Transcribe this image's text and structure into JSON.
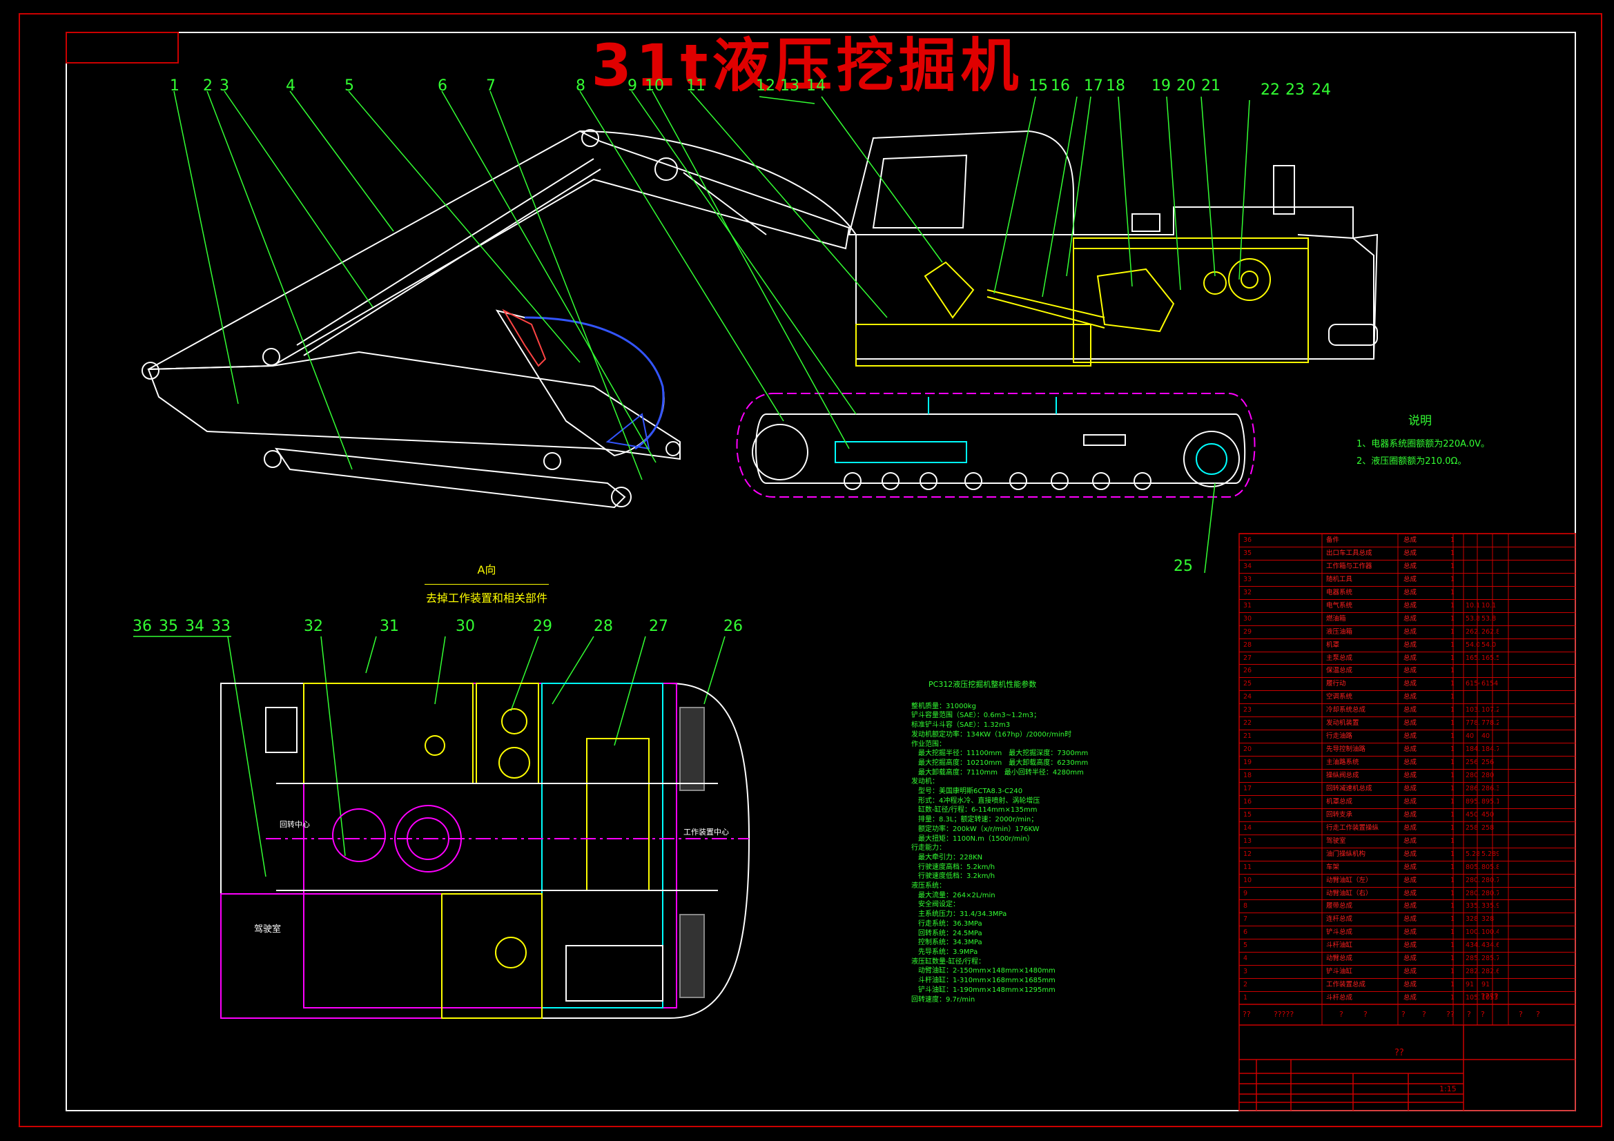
{
  "title": "31t液压挖掘机",
  "callouts_top": [
    "1",
    "2",
    "3",
    "4",
    "5",
    "6",
    "7",
    "8",
    "9",
    "10",
    "11",
    "12",
    "13",
    "14",
    "15",
    "16",
    "17",
    "18",
    "19",
    "20",
    "21",
    "22",
    "23",
    "24",
    "25"
  ],
  "callouts_bottom": [
    "36",
    "35",
    "34",
    "33",
    "32",
    "31",
    "30",
    "29",
    "28",
    "27",
    "26"
  ],
  "note": {
    "title": "说明",
    "lines": [
      "1、电器系统圈额额为220A.0V。",
      "2、液压圈额额为210.0Ω。"
    ]
  },
  "view": {
    "label": "A向",
    "caption": "去掉工作装置和相关部件"
  },
  "plan_labels": {
    "rotation_center": "回转中心",
    "work_center": "工作装置中心",
    "cab": "驾驶室"
  },
  "spec": {
    "title": "PC312液压挖掘机整机性能参数",
    "lines": [
      "整机质量：31000kg",
      "铲斗容量范围（SAE）：0.6m3~1.2m3；",
      "标准铲斗斗容（SAE）：1.32m3",
      "发动机额定功率：134KW（167hp）/2000r/min时",
      "作业范围：",
      "　最大挖掘半径：11100mm　最大挖掘深度：7300mm",
      "　最大挖掘高度：10210mm　最大卸载高度：6230mm",
      "　最大卸载高度：7110mm　最小回转半径：4280mm",
      "发动机：",
      "　型号：美国康明斯6CTA8.3-C240",
      "　形式：4冲程水冷、直接喷射、涡轮增压",
      "　缸数-缸径/行程：6-114mm×135mm",
      "　排量：8.3L；额定转速：2000r/min；",
      "　额定功率：200kW（x/r/min）176KW",
      "　最大扭矩：1100N.m（1500r/min）",
      "行走能力：",
      "　最大牵引力：228KN",
      "　行驶速度高档：5.2km/h",
      "　行驶速度低档：3.2km/h",
      "液压系统：",
      "　最大流量：264×2L/min",
      "　安全阀设定：",
      "　主系统压力：31.4/34.3MPa",
      "　行走系统：36.3MPa",
      "　回转系统：24.5MPa",
      "　控制系统：34.3MPa",
      "　先导系统：3.9MPa",
      "液压缸数量-缸径/行程：",
      "　动臂油缸：2-150mm×148mm×1480mm",
      "　斗杆油缸：1-310mm×168mm×1685mm",
      "　铲斗油缸：1-190mm×148mm×1295mm",
      "回转速度：9.7r/min"
    ]
  },
  "bom": [
    {
      "no": "36",
      "name": "备件",
      "type": "总成",
      "qty": "1",
      "w1": "",
      "w2": ""
    },
    {
      "no": "35",
      "name": "出口车工具总成",
      "type": "总成",
      "qty": "1",
      "w1": "",
      "w2": ""
    },
    {
      "no": "34",
      "name": "工作箱与工作器",
      "type": "总成",
      "qty": "1",
      "w1": "",
      "w2": ""
    },
    {
      "no": "33",
      "name": "随机工具",
      "type": "总成",
      "qty": "1",
      "w1": "",
      "w2": ""
    },
    {
      "no": "32",
      "name": "电器系统",
      "type": "总成",
      "qty": "1",
      "w1": "",
      "w2": ""
    },
    {
      "no": "31",
      "name": "电气系统",
      "type": "总成",
      "qty": "1",
      "w1": "10.1",
      "w2": "10.1"
    },
    {
      "no": "30",
      "name": "燃油箱",
      "type": "总成",
      "qty": "1",
      "w1": "53.8",
      "w2": "53.8"
    },
    {
      "no": "29",
      "name": "液压油箱",
      "type": "总成",
      "qty": "1",
      "w1": "262.8",
      "w2": "262.8"
    },
    {
      "no": "28",
      "name": "机罩",
      "type": "总成",
      "qty": "1",
      "w1": "54.0",
      "w2": "54.0"
    },
    {
      "no": "27",
      "name": "主泵总成",
      "type": "总成",
      "qty": "1",
      "w1": "165.5",
      "w2": "165.5"
    },
    {
      "no": "26",
      "name": "保温总成",
      "type": "总成",
      "qty": "1",
      "w1": "",
      "w2": ""
    },
    {
      "no": "25",
      "name": "履行动",
      "type": "总成",
      "qty": "1",
      "w1": "6154",
      "w2": "6154"
    },
    {
      "no": "24",
      "name": "空调系统",
      "type": "总成",
      "qty": "1",
      "w1": "",
      "w2": ""
    },
    {
      "no": "23",
      "name": "冷却系统总成",
      "type": "总成",
      "qty": "1",
      "w1": "103.2",
      "w2": "107.2"
    },
    {
      "no": "22",
      "name": "发动机装置",
      "type": "总成",
      "qty": "1",
      "w1": "778.2",
      "w2": "778.2"
    },
    {
      "no": "21",
      "name": "行走油路",
      "type": "总成",
      "qty": "1",
      "w1": "40",
      "w2": "40"
    },
    {
      "no": "20",
      "name": "先导控制油路",
      "type": "总成",
      "qty": "1",
      "w1": "184.7",
      "w2": "184.7"
    },
    {
      "no": "19",
      "name": "主油路系统",
      "type": "总成",
      "qty": "1",
      "w1": "256",
      "w2": "256"
    },
    {
      "no": "18",
      "name": "操纵阀总成",
      "type": "总成",
      "qty": "1",
      "w1": "280",
      "w2": "280"
    },
    {
      "no": "17",
      "name": "回转减速机总成",
      "type": "总成",
      "qty": "1",
      "w1": "286.3",
      "w2": "286.3"
    },
    {
      "no": "16",
      "name": "机罩总成",
      "type": "总成",
      "qty": "1",
      "w1": "895.1",
      "w2": "895.1"
    },
    {
      "no": "15",
      "name": "回转支承",
      "type": "总成",
      "qty": "1",
      "w1": "450",
      "w2": "450"
    },
    {
      "no": "14",
      "name": "行走工作装置操纵",
      "type": "总成",
      "qty": "1",
      "w1": "258",
      "w2": "258"
    },
    {
      "no": "13",
      "name": "驾驶室",
      "type": "总成",
      "qty": "1",
      "w1": "",
      "w2": ""
    },
    {
      "no": "12",
      "name": "油门操纵机构",
      "type": "总成",
      "qty": "1",
      "w1": "5.289",
      "w2": "5.289"
    },
    {
      "no": "11",
      "name": "车架",
      "type": "总成",
      "qty": "1",
      "w1": "805.8",
      "w2": "805.8"
    },
    {
      "no": "10",
      "name": "动臂油缸（左）",
      "type": "总成",
      "qty": "1",
      "w1": "280.7",
      "w2": "280.7"
    },
    {
      "no": "9",
      "name": "动臂油缸（右）",
      "type": "总成",
      "qty": "1",
      "w1": "280.7",
      "w2": "280.7"
    },
    {
      "no": "8",
      "name": "履带总成",
      "type": "总成",
      "qty": "1",
      "w1": "335.9",
      "w2": "335.9"
    },
    {
      "no": "7",
      "name": "连杆总成",
      "type": "总成",
      "qty": "1",
      "w1": "328",
      "w2": "328"
    },
    {
      "no": "6",
      "name": "铲斗总成",
      "type": "总成",
      "qty": "1",
      "w1": "100.4",
      "w2": "100.4"
    },
    {
      "no": "5",
      "name": "斗杆油缸",
      "type": "总成",
      "qty": "1",
      "w1": "434.6",
      "w2": "434.6"
    },
    {
      "no": "4",
      "name": "动臂总成",
      "type": "总成",
      "qty": "1",
      "w1": "285.7",
      "w2": "285.7"
    },
    {
      "no": "3",
      "name": "铲斗油缸",
      "type": "总成",
      "qty": "1",
      "w1": "282.6",
      "w2": "282.6"
    },
    {
      "no": "2",
      "name": "工作装置总成",
      "type": "总成",
      "qty": "1",
      "w1": "91",
      "w2": "91"
    },
    {
      "no": "1",
      "name": "斗杆总成",
      "type": "总成",
      "qty": "1",
      "w1": "1053.4",
      "w2": "1053.4"
    }
  ],
  "bom_extra": "????",
  "title_block": {
    "header_cells": [
      "??",
      "?????",
      "?",
      "?",
      "?",
      "?",
      "??",
      "?",
      "?",
      "?",
      "?"
    ],
    "center_label": "??",
    "scale": "1:15",
    "q": "?",
    "qq": "??",
    "qqqq": "????"
  },
  "colors": {
    "frame": "#cc0000",
    "machine": "#ffffff",
    "callout": "#33ff33",
    "hydraulic": "#ffff00",
    "track": "#ff00ff",
    "outline": "#00ffff",
    "table": "#cc0000"
  }
}
